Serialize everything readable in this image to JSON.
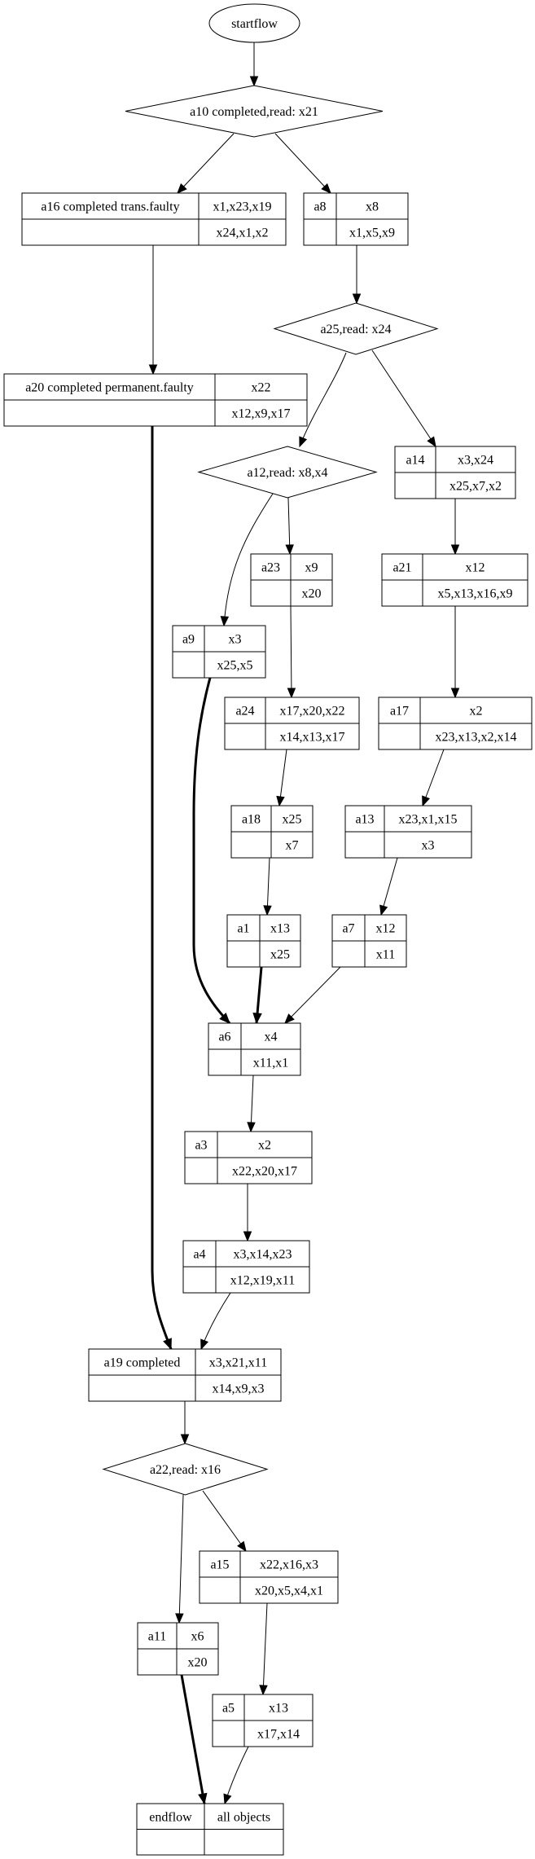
{
  "diagram": {
    "type": "flow graph",
    "colors": {
      "stroke": "#000000",
      "fill": "#ffffff",
      "text": "#000000"
    },
    "nodes": [
      {
        "id": "startflow",
        "shape": "ellipse",
        "label": "startflow"
      },
      {
        "id": "a10",
        "shape": "diamond",
        "label": "a10 completed,read: x21"
      },
      {
        "id": "a16",
        "shape": "record",
        "name": "a16 completed trans.faulty",
        "top": "x1,x23,x19",
        "bottom": "x24,x1,x2"
      },
      {
        "id": "a8",
        "shape": "record",
        "name": "a8",
        "top": "x8",
        "bottom": "x1,x5,x9"
      },
      {
        "id": "a25",
        "shape": "diamond",
        "label": "a25,read: x24"
      },
      {
        "id": "a20",
        "shape": "record",
        "name": "a20 completed permanent.faulty",
        "top": "x22",
        "bottom": "x12,x9,x17"
      },
      {
        "id": "a12",
        "shape": "diamond",
        "label": "a12,read: x8,x4"
      },
      {
        "id": "a14",
        "shape": "record",
        "name": "a14",
        "top": "x3,x24",
        "bottom": "x25,x7,x2"
      },
      {
        "id": "a23",
        "shape": "record",
        "name": "a23",
        "top": "x9",
        "bottom": "x20"
      },
      {
        "id": "a21",
        "shape": "record",
        "name": "a21",
        "top": "x12",
        "bottom": "x5,x13,x16,x9"
      },
      {
        "id": "a9",
        "shape": "record",
        "name": "a9",
        "top": "x3",
        "bottom": "x25,x5"
      },
      {
        "id": "a24",
        "shape": "record",
        "name": "a24",
        "top": "x17,x20,x22",
        "bottom": "x14,x13,x17"
      },
      {
        "id": "a17",
        "shape": "record",
        "name": "a17",
        "top": "x2",
        "bottom": "x23,x13,x2,x14"
      },
      {
        "id": "a18",
        "shape": "record",
        "name": "a18",
        "top": "x25",
        "bottom": "x7"
      },
      {
        "id": "a13",
        "shape": "record",
        "name": "a13",
        "top": "x23,x1,x15",
        "bottom": "x3"
      },
      {
        "id": "a1",
        "shape": "record",
        "name": "a1",
        "top": "x13",
        "bottom": "x25"
      },
      {
        "id": "a7",
        "shape": "record",
        "name": "a7",
        "top": "x12",
        "bottom": "x11"
      },
      {
        "id": "a6",
        "shape": "record",
        "name": "a6",
        "top": "x4",
        "bottom": "x11,x1"
      },
      {
        "id": "a3",
        "shape": "record",
        "name": "a3",
        "top": "x2",
        "bottom": "x22,x20,x17"
      },
      {
        "id": "a4",
        "shape": "record",
        "name": "a4",
        "top": "x3,x14,x23",
        "bottom": "x12,x19,x11"
      },
      {
        "id": "a19",
        "shape": "record",
        "name": "a19 completed",
        "top": "x3,x21,x11",
        "bottom": "x14,x9,x3"
      },
      {
        "id": "a22",
        "shape": "diamond",
        "label": "a22,read: x16"
      },
      {
        "id": "a15",
        "shape": "record",
        "name": "a15",
        "top": "x22,x16,x3",
        "bottom": "x20,x5,x4,x1"
      },
      {
        "id": "a11",
        "shape": "record",
        "name": "a11",
        "top": "x6",
        "bottom": "x20"
      },
      {
        "id": "a5",
        "shape": "record",
        "name": "a5",
        "top": "x13",
        "bottom": "x17,x14"
      },
      {
        "id": "endflow",
        "shape": "record",
        "name": "endflow",
        "top": "all objects",
        "bottom": ""
      }
    ],
    "edges": [
      {
        "from": "startflow",
        "to": "a10",
        "bold": false
      },
      {
        "from": "a10",
        "to": "a16",
        "bold": false
      },
      {
        "from": "a10",
        "to": "a8",
        "bold": false
      },
      {
        "from": "a16",
        "to": "a20",
        "bold": false
      },
      {
        "from": "a8",
        "to": "a25",
        "bold": false
      },
      {
        "from": "a25",
        "to": "a12",
        "bold": false
      },
      {
        "from": "a25",
        "to": "a14",
        "bold": false
      },
      {
        "from": "a20",
        "to": "a19",
        "bold": true
      },
      {
        "from": "a12",
        "to": "a9",
        "bold": false
      },
      {
        "from": "a12",
        "to": "a23",
        "bold": false
      },
      {
        "from": "a14",
        "to": "a21",
        "bold": false
      },
      {
        "from": "a23",
        "to": "a24",
        "bold": false
      },
      {
        "from": "a21",
        "to": "a17",
        "bold": false
      },
      {
        "from": "a24",
        "to": "a18",
        "bold": false
      },
      {
        "from": "a17",
        "to": "a13",
        "bold": false
      },
      {
        "from": "a18",
        "to": "a1",
        "bold": false
      },
      {
        "from": "a13",
        "to": "a7",
        "bold": false
      },
      {
        "from": "a9",
        "to": "a6",
        "bold": true
      },
      {
        "from": "a1",
        "to": "a6",
        "bold": true
      },
      {
        "from": "a7",
        "to": "a6",
        "bold": false
      },
      {
        "from": "a6",
        "to": "a3",
        "bold": false
      },
      {
        "from": "a3",
        "to": "a4",
        "bold": false
      },
      {
        "from": "a4",
        "to": "a19",
        "bold": false
      },
      {
        "from": "a19",
        "to": "a22",
        "bold": false
      },
      {
        "from": "a22",
        "to": "a11",
        "bold": false
      },
      {
        "from": "a22",
        "to": "a15",
        "bold": false
      },
      {
        "from": "a15",
        "to": "a5",
        "bold": false
      },
      {
        "from": "a11",
        "to": "endflow",
        "bold": true
      },
      {
        "from": "a5",
        "to": "endflow",
        "bold": false
      }
    ]
  }
}
